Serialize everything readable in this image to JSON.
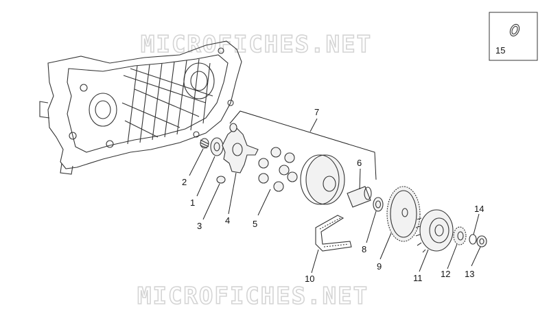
{
  "watermark": {
    "top_text": "MICROFICHES.NET",
    "bottom_text": "MICROFICHES.NET"
  },
  "inset": {
    "label": "15"
  },
  "callouts": [
    {
      "id": "1",
      "label": "1"
    },
    {
      "id": "2",
      "label": "2"
    },
    {
      "id": "3",
      "label": "3"
    },
    {
      "id": "4",
      "label": "4"
    },
    {
      "id": "5",
      "label": "5"
    },
    {
      "id": "6",
      "label": "6"
    },
    {
      "id": "7",
      "label": "7"
    },
    {
      "id": "8",
      "label": "8"
    },
    {
      "id": "9",
      "label": "9"
    },
    {
      "id": "10",
      "label": "10"
    },
    {
      "id": "11",
      "label": "11"
    },
    {
      "id": "12",
      "label": "12"
    },
    {
      "id": "13",
      "label": "13"
    },
    {
      "id": "14",
      "label": "14"
    }
  ]
}
